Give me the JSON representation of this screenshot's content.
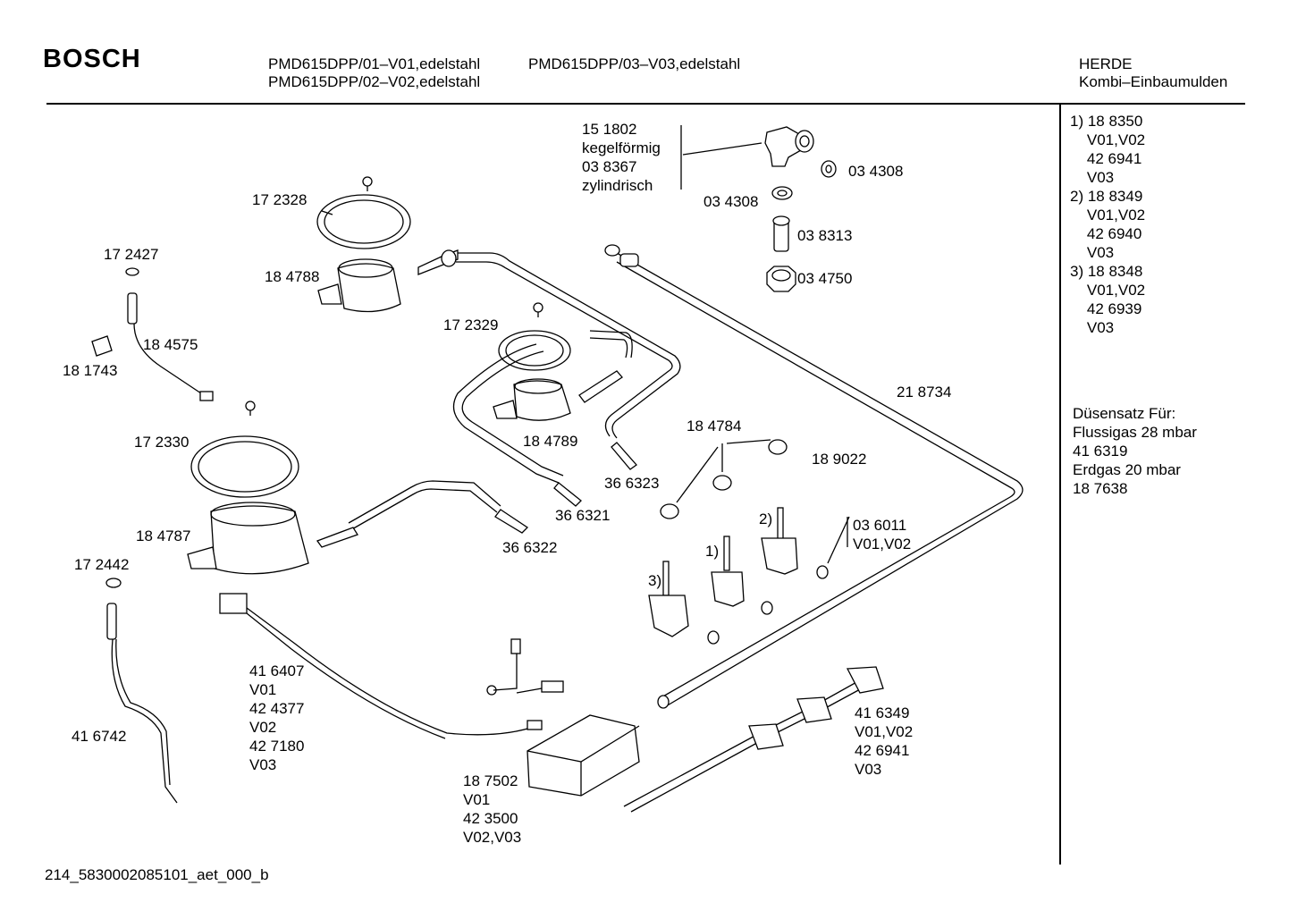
{
  "header": {
    "brand": "BOSCH",
    "model_line_1": "PMD615DPP/01–V01,edelstahl",
    "model_line_2": "PMD615DPP/02–V02,edelstahl",
    "model_line_3": "PMD615DPP/03–V03,edelstahl",
    "category": "HERDE",
    "subcategory": "Kombi–Einbaumulden"
  },
  "sidebar": {
    "variants": "1) 18 8350\n    V01,V02\n    42 6941\n    V03\n2) 18 8349\n    V01,V02\n    42 6940\n    V03\n3) 18 8348\n    V01,V02\n    42 6939\n    V03",
    "nozzle_set": "Düsensatz Für:\nFlussigas 28 mbar\n41 6319\nErdgas 20 mbar\n18 7638"
  },
  "parts": {
    "p151802": "15 1802\nkegelförmig\n03 8367\nzylindrisch",
    "p034308a": "03 4308",
    "p034308b": "03 4308",
    "p038313": "03 8313",
    "p034750": "03 4750",
    "p172328": "17 2328",
    "p184788": "18 4788",
    "p172427": "17 2427",
    "p184575": "18 4575",
    "p181743": "18 1743",
    "p172329": "17 2329",
    "p184789": "18 4789",
    "p218734": "21 8734",
    "p172330": "17 2330",
    "p184784": "18 4784",
    "p189022": "18 9022",
    "p366323": "36 6323",
    "p366321": "36 6321",
    "p366322": "36 6322",
    "p036011": "03 6011\nV01,V02",
    "p184787": "18 4787",
    "p172442": "17 2442",
    "p416407": "41 6407\nV01\n42 4377\nV02\n42 7180\nV03",
    "p416742": "41 6742",
    "p187502": "18 7502\nV01\n42 3500\nV02,V03",
    "p416349": "41 6349\nV01,V02\n42 6941\nV03",
    "marker1": "1)",
    "marker2": "2)",
    "marker3": "3)"
  },
  "footer": {
    "code": "214_5830002085101_aet_000_b"
  }
}
